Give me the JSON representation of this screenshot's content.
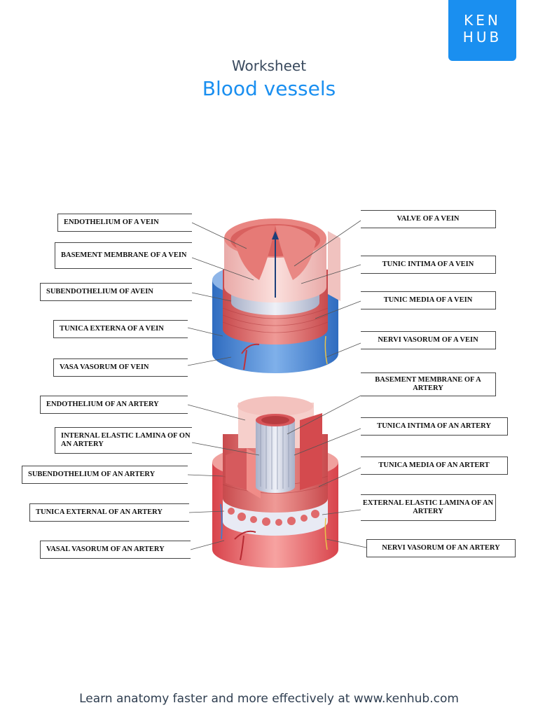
{
  "logo": {
    "line1": "KEN",
    "line2": "HUB"
  },
  "header": {
    "worksheet": "Worksheet",
    "title": "Blood vessels"
  },
  "vein_labels_left": [
    "ENDOTHELIUM OF A VEIN",
    "BASEMENT MEMBRANE OF A VEIN",
    "SUBENDOTHELIUM OF  AVEIN",
    "TUNICA EXTERNA OF A VEIN",
    "VASA VASORUM OF VEIN"
  ],
  "vein_labels_right": [
    "VALVE OF A VEIN",
    "TUNIC INTIMA OF A VEIN",
    "TUNIC MEDIA OF A VEIN",
    "NERVI VASORUM OF A VEIN"
  ],
  "artery_labels_left": [
    "ENDOTHELIUM OF AN ARTERY",
    "INTERNAL ELASTIC LAMINA OF ON AN ARTERY",
    "SUBENDOTHELIUM OF AN ARTERY",
    "TUNICA EXTERNAL OF AN ARTERY",
    "VASAL VASORUM OF AN ARTERY"
  ],
  "artery_labels_right": [
    "BASEMENT MEMBRANE OF A ARTERY",
    "TUNICA INTIMA OF AN ARTERY",
    "TUNICA MEDIA OF AN ARTERT",
    "EXTERNAL ELASTIC LAMINA OF AN ARTERY",
    "NERVI VASORUM OF AN ARTERY"
  ],
  "footer": {
    "text": "Learn anatomy faster and more effectively at www.kenhub.com"
  },
  "colors": {
    "brand": "#1a8ff0",
    "vein_blue": "#3f7fcf",
    "artery_red": "#e0545a"
  }
}
